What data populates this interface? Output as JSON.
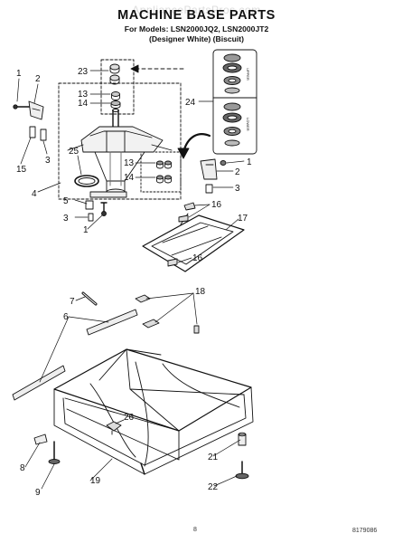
{
  "watermark": "AppliancePartsPros.com",
  "title": "MACHINE BASE PARTS",
  "subtitle_models": "For Models: LSN2000JQ2, LSN2000JT2",
  "subtitle_colors": "(Designer White)     (Biscuit)",
  "kit_labels": {
    "upper": "UPPER",
    "lower": "LOWER"
  },
  "callouts": {
    "c1a": "1",
    "c2a": "2",
    "c15": "15",
    "c3a": "3",
    "c4": "4",
    "c23": "23",
    "c13a": "13",
    "c14a": "14",
    "c24": "24",
    "c25": "25",
    "c13b": "13",
    "c14b": "14",
    "c1b": "1",
    "c2b": "2",
    "c3b": "3",
    "c5": "5",
    "c3c": "3",
    "c1c": "1",
    "c16a": "16",
    "c17": "17",
    "c16b": "16",
    "c18": "18",
    "c7": "7",
    "c6": "6",
    "c26": "26",
    "c8": "8",
    "c9": "9",
    "c19": "19",
    "c21": "21",
    "c22": "22"
  },
  "footer": {
    "page_number": "8",
    "document_number": "8179086"
  }
}
